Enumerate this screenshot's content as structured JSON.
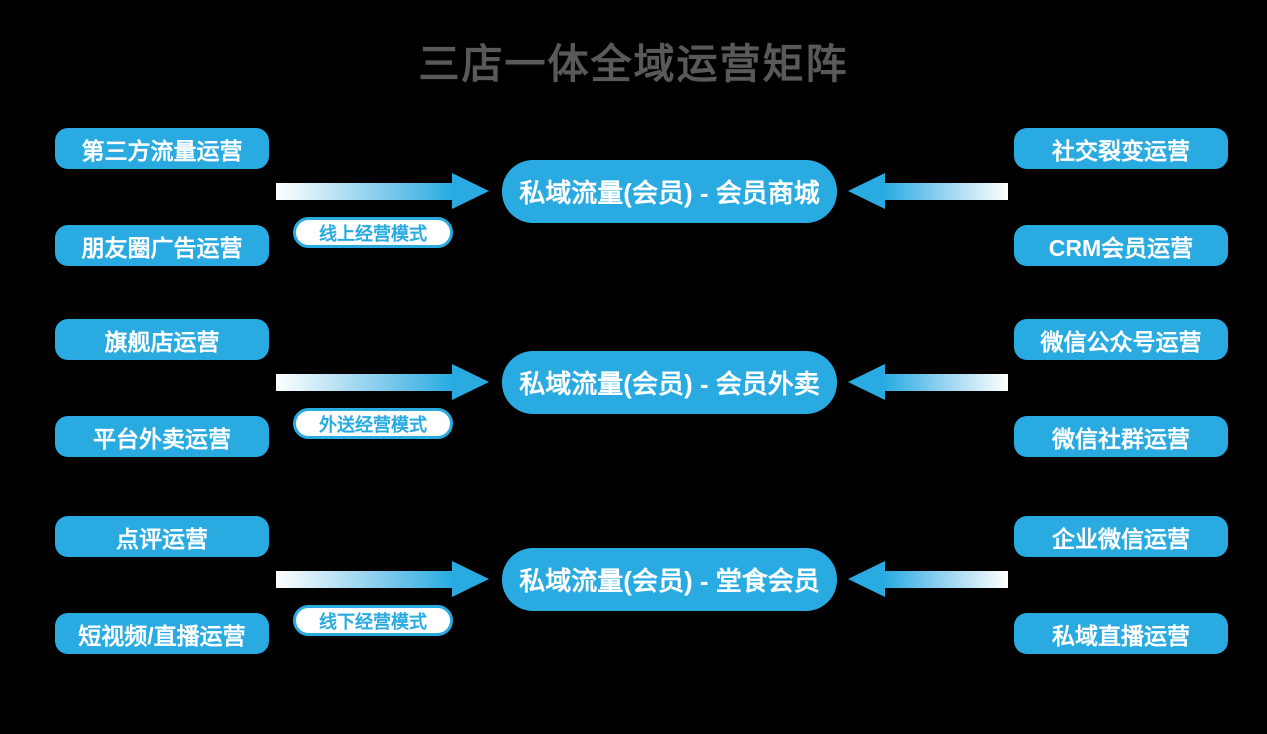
{
  "title": "三店一体全域运营矩阵",
  "colors": {
    "accent_blue": "#29ABE2",
    "title_gray": "#58595B",
    "background": "#000000",
    "node_text": "#FFFFFF"
  },
  "groups": [
    {
      "left_sources": [
        "第三方流量运营",
        "朋友圈广告运营"
      ],
      "mode_label": "线上经营模式",
      "center": "私域流量(会员) - 会员商城",
      "right_sources": [
        "社交裂变运营",
        "CRM会员运营"
      ]
    },
    {
      "left_sources": [
        "旗舰店运营",
        "平台外卖运营"
      ],
      "mode_label": "外送经营模式",
      "center": "私域流量(会员) - 会员外卖",
      "right_sources": [
        "微信公众号运营",
        "微信社群运营"
      ]
    },
    {
      "left_sources": [
        "点评运营",
        "短视频/直播运营"
      ],
      "mode_label": "线下经营模式",
      "center": "私域流量(会员) - 堂食会员",
      "right_sources": [
        "企业微信运营",
        "私域直播运营"
      ]
    }
  ]
}
